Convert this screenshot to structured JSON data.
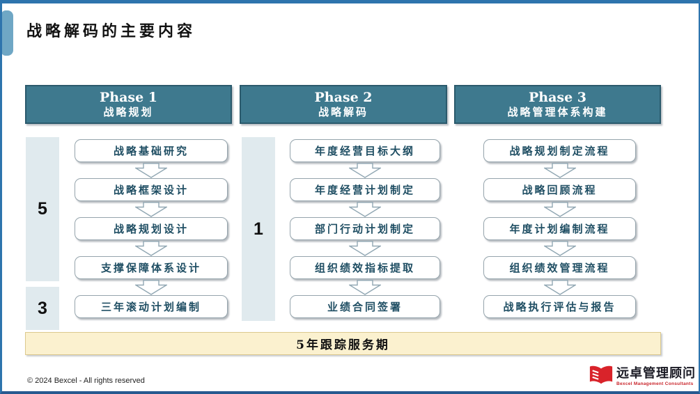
{
  "slide": {
    "title": "战略解码的主要内容",
    "bottom_bar": "5年跟踪服务期",
    "footer_copyright": "© 2024 Bexcel - All rights reserved",
    "logo": {
      "name_cn": "远卓管理顾问",
      "name_en": "Bexcel Management Consultants"
    }
  },
  "columns": [
    {
      "phase_en": "Phase 1",
      "phase_cn": "战略规划",
      "bands": [
        {
          "label": "5",
          "covers_boxes": 4
        },
        {
          "label": "3",
          "covers_boxes": 1
        }
      ],
      "boxes": [
        "战略基础研究",
        "战略框架设计",
        "战略规划设计",
        "支撑保障体系设计",
        "三年滚动计划编制"
      ]
    },
    {
      "phase_en": "Phase 2",
      "phase_cn": "战略解码",
      "bands": [
        {
          "label": "1",
          "covers_boxes": 5
        }
      ],
      "boxes": [
        "年度经营目标大纲",
        "年度经营计划制定",
        "部门行动计划制定",
        "组织绩效指标提取",
        "业绩合同签署"
      ]
    },
    {
      "phase_en": "Phase 3",
      "phase_cn": "战略管理体系构建",
      "bands": [],
      "boxes": [
        "战略规划制定流程",
        "战略回顾流程",
        "年度计划编制流程",
        "组织绩效管理流程",
        "战略执行评估与报告"
      ]
    }
  ],
  "colors": {
    "slide_border": "#2E74AD",
    "accent_tab": "#6FA7C5",
    "phase_header_bg": "#3E798E",
    "phase_header_border": "#2B5A6C",
    "band_bg": "#E0EAEE",
    "box_text": "#1F4E63",
    "box_border": "#95A4AC",
    "tracking_bar_bg": "#FBF1CF",
    "logo_red": "#D9232A"
  }
}
